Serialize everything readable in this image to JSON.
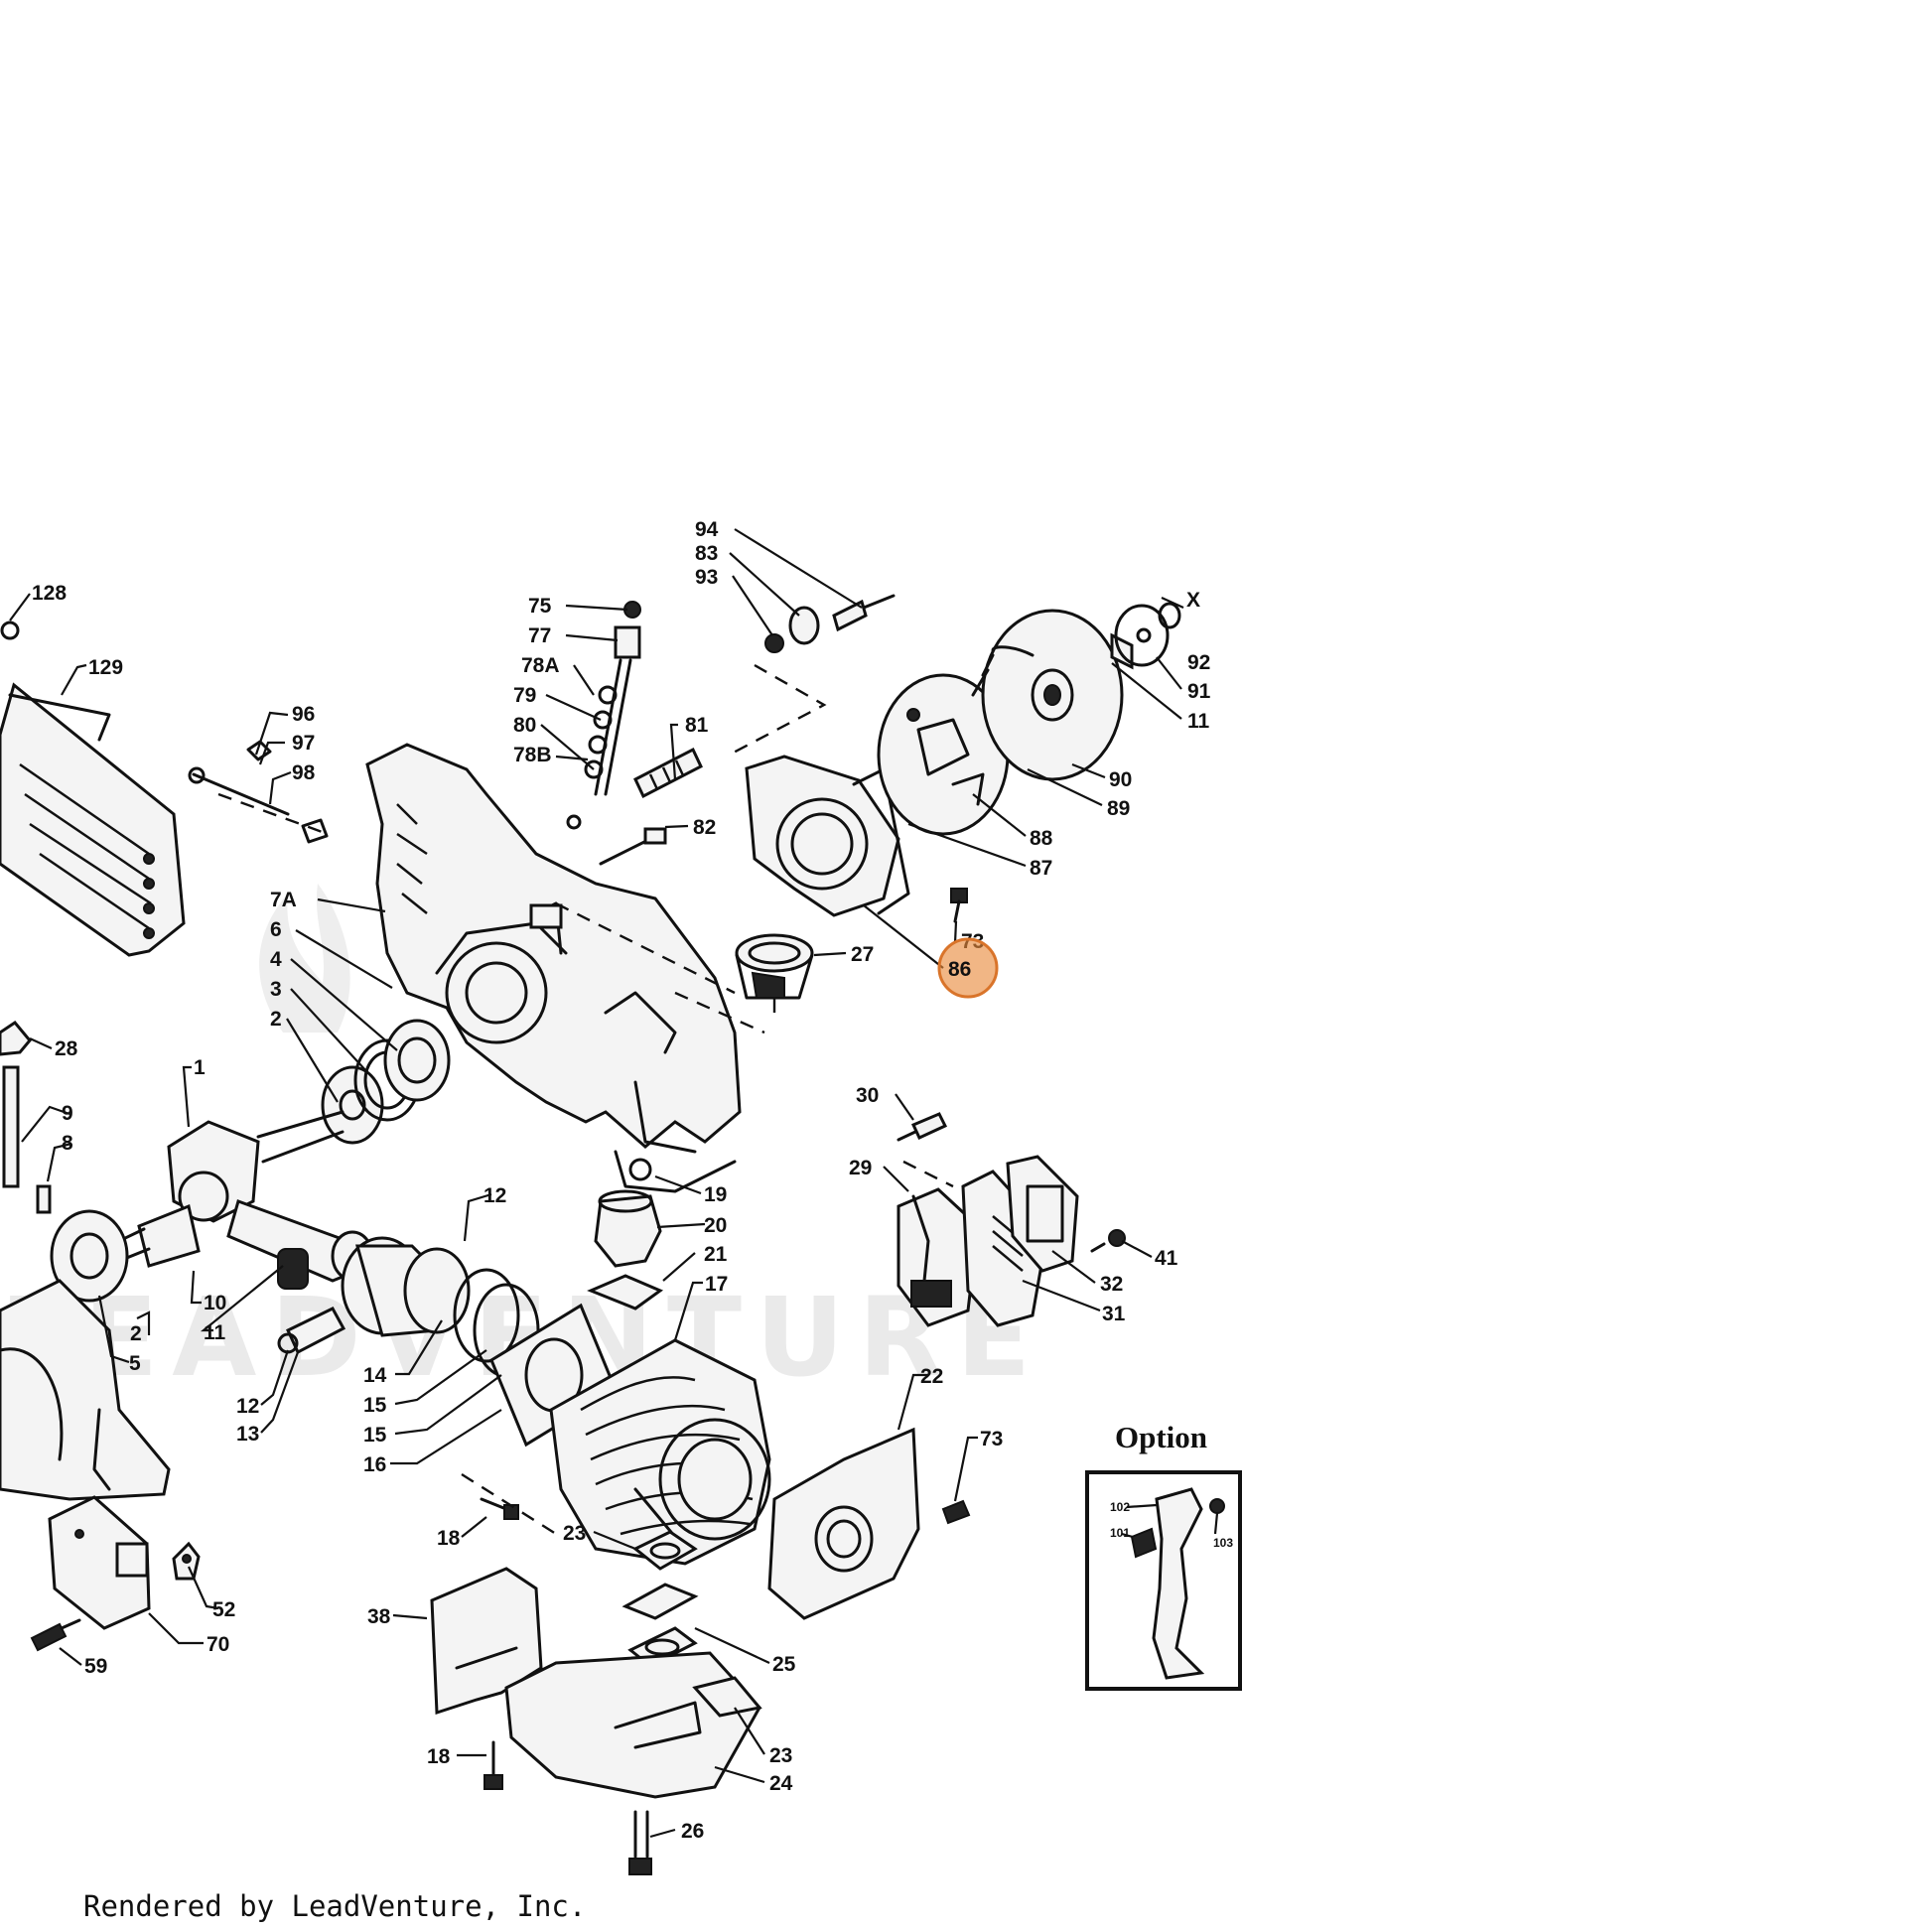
{
  "diagram": {
    "parts": [
      {
        "id": "p128",
        "label": "128"
      },
      {
        "id": "p129",
        "label": "129"
      },
      {
        "id": "p96",
        "label": "96"
      },
      {
        "id": "p97",
        "label": "97"
      },
      {
        "id": "p98",
        "label": "98"
      },
      {
        "id": "p75",
        "label": "75"
      },
      {
        "id": "p77",
        "label": "77"
      },
      {
        "id": "p78a",
        "label": "78A"
      },
      {
        "id": "p79",
        "label": "79"
      },
      {
        "id": "p80",
        "label": "80"
      },
      {
        "id": "p78b",
        "label": "78B"
      },
      {
        "id": "p81",
        "label": "81"
      },
      {
        "id": "p82",
        "label": "82"
      },
      {
        "id": "p94",
        "label": "94"
      },
      {
        "id": "p83",
        "label": "83"
      },
      {
        "id": "p93",
        "label": "93"
      },
      {
        "id": "px",
        "label": "X"
      },
      {
        "id": "p92",
        "label": "92"
      },
      {
        "id": "p91",
        "label": "91"
      },
      {
        "id": "p11a",
        "label": "11"
      },
      {
        "id": "p90",
        "label": "90"
      },
      {
        "id": "p89",
        "label": "89"
      },
      {
        "id": "p88",
        "label": "88"
      },
      {
        "id": "p87",
        "label": "87"
      },
      {
        "id": "p7a",
        "label": "7A"
      },
      {
        "id": "p6",
        "label": "6"
      },
      {
        "id": "p4",
        "label": "4"
      },
      {
        "id": "p3",
        "label": "3"
      },
      {
        "id": "p2a",
        "label": "2"
      },
      {
        "id": "p27",
        "label": "27"
      },
      {
        "id": "p73a",
        "label": "73"
      },
      {
        "id": "p86",
        "label": "86"
      },
      {
        "id": "p28",
        "label": "28"
      },
      {
        "id": "p9",
        "label": "9"
      },
      {
        "id": "p8",
        "label": "8"
      },
      {
        "id": "p1",
        "label": "1"
      },
      {
        "id": "p30",
        "label": "30"
      },
      {
        "id": "p29",
        "label": "29"
      },
      {
        "id": "p41",
        "label": "41"
      },
      {
        "id": "p32",
        "label": "32"
      },
      {
        "id": "p31",
        "label": "31"
      },
      {
        "id": "p19",
        "label": "19"
      },
      {
        "id": "p20",
        "label": "20"
      },
      {
        "id": "p21",
        "label": "21"
      },
      {
        "id": "p17",
        "label": "17"
      },
      {
        "id": "p12a",
        "label": "12"
      },
      {
        "id": "p10",
        "label": "10"
      },
      {
        "id": "p11b",
        "label": "11"
      },
      {
        "id": "p2b",
        "label": "2"
      },
      {
        "id": "p5",
        "label": "5"
      },
      {
        "id": "p14",
        "label": "14"
      },
      {
        "id": "p15a",
        "label": "15"
      },
      {
        "id": "p15b",
        "label": "15"
      },
      {
        "id": "p16",
        "label": "16"
      },
      {
        "id": "p12b",
        "label": "12"
      },
      {
        "id": "p13",
        "label": "13"
      },
      {
        "id": "p22",
        "label": "22"
      },
      {
        "id": "p73b",
        "label": "73"
      },
      {
        "id": "p18a",
        "label": "18"
      },
      {
        "id": "p23a",
        "label": "23"
      },
      {
        "id": "p52",
        "label": "52"
      },
      {
        "id": "p70",
        "label": "70"
      },
      {
        "id": "p59",
        "label": "59"
      },
      {
        "id": "p38",
        "label": "38"
      },
      {
        "id": "p25",
        "label": "25"
      },
      {
        "id": "p23b",
        "label": "23"
      },
      {
        "id": "p24",
        "label": "24"
      },
      {
        "id": "p18b",
        "label": "18"
      },
      {
        "id": "p26",
        "label": "26"
      }
    ],
    "highlight": {
      "part": "86",
      "color": "#e8893a"
    },
    "option_box": {
      "title": "Option",
      "labels": [
        "102",
        "101",
        "103"
      ]
    },
    "watermark": "LEADVENTURE"
  },
  "footer": {
    "text": "Rendered by LeadVenture, Inc."
  }
}
